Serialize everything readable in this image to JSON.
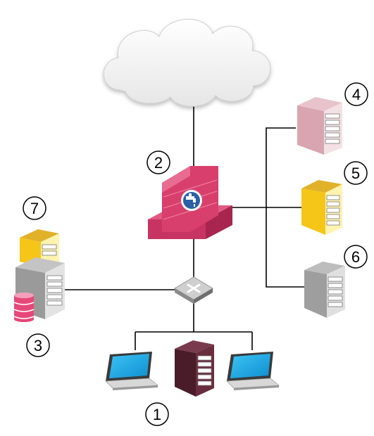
{
  "diagram": {
    "markers": [
      {
        "id": "1",
        "label": "1"
      },
      {
        "id": "2",
        "label": "2"
      },
      {
        "id": "3",
        "label": "3"
      },
      {
        "id": "4",
        "label": "4"
      },
      {
        "id": "5",
        "label": "5"
      },
      {
        "id": "6",
        "label": "6"
      },
      {
        "id": "7",
        "label": "7"
      }
    ],
    "nodes": [
      {
        "id": "internet",
        "icon": "cloud-icon"
      },
      {
        "id": "firewall",
        "icon": "firewall-icon"
      },
      {
        "id": "switch",
        "icon": "switch-icon"
      },
      {
        "id": "server-4",
        "icon": "server-icon"
      },
      {
        "id": "server-5",
        "icon": "server-icon"
      },
      {
        "id": "server-6",
        "icon": "server-icon"
      },
      {
        "id": "server-7",
        "icon": "server-icon"
      },
      {
        "id": "storage-server-3",
        "icon": "database-server-icon"
      },
      {
        "id": "laptop-left",
        "icon": "laptop-icon"
      },
      {
        "id": "server-1",
        "icon": "server-icon"
      },
      {
        "id": "laptop-right",
        "icon": "laptop-icon"
      }
    ],
    "colors": {
      "firewall": "#d13d6b",
      "server_pink": "#dbaab4",
      "server_yellow": "#f5c518",
      "server_gray": "#9e9e9e",
      "server_dark": "#5a2435",
      "screen": "#19a9e8",
      "line": "#000000"
    }
  }
}
